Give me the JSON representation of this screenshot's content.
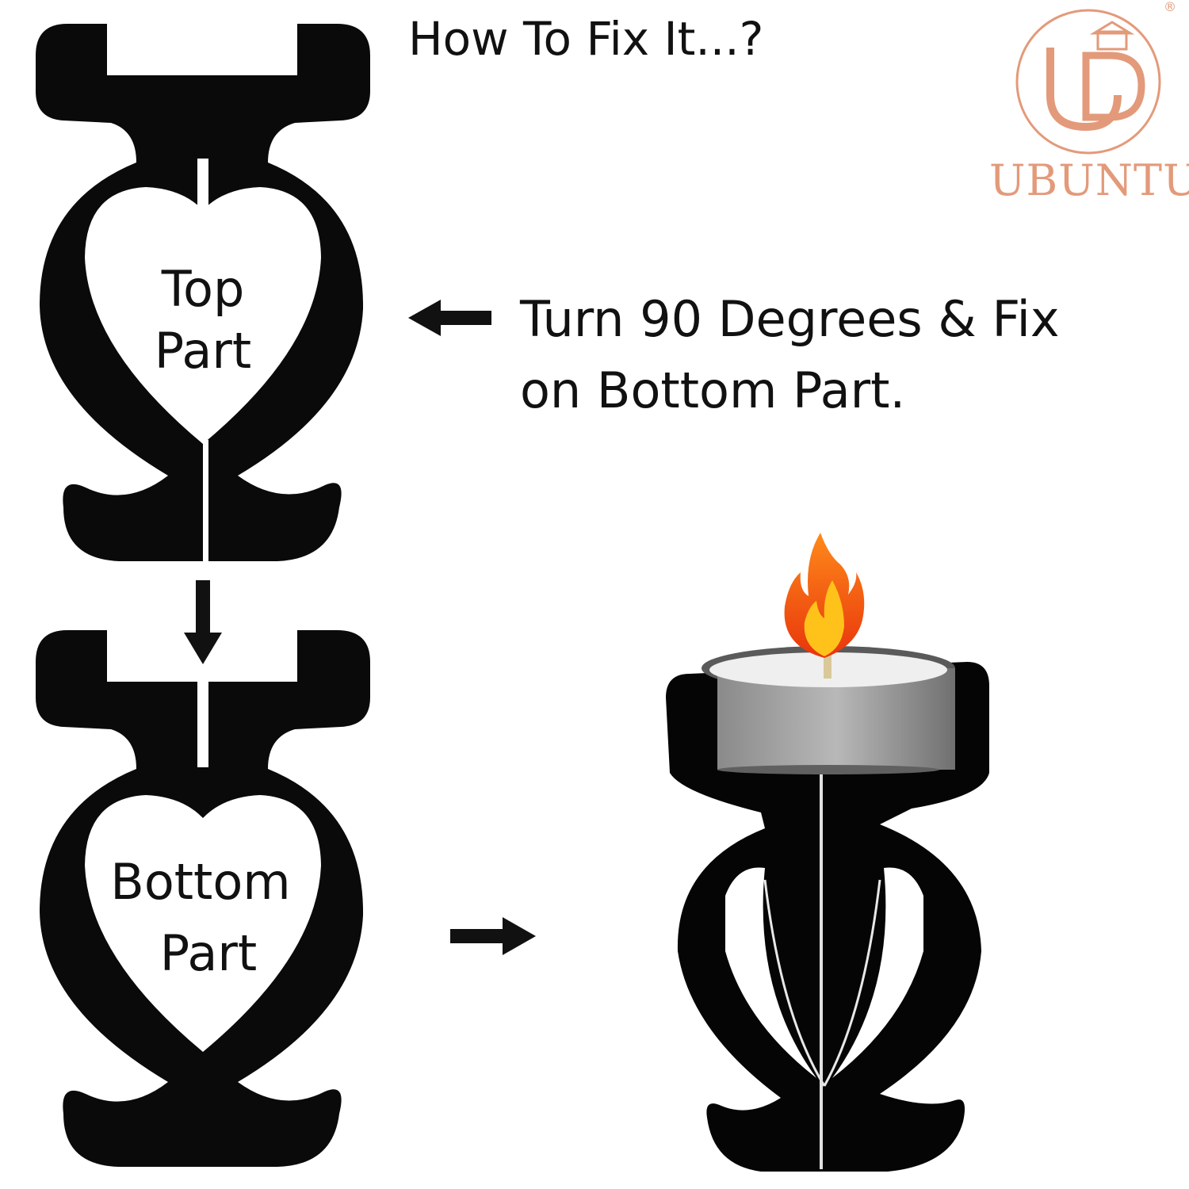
{
  "title": "How To Fix It...?",
  "instruction": {
    "line1": "Turn 90 Degrees & Fix",
    "line2": "on Bottom Part."
  },
  "pieces": {
    "top": {
      "line1": "Top",
      "line2": "Part"
    },
    "bottom": {
      "line1": "Bottom",
      "line2": "Part"
    }
  },
  "brand": {
    "name": "UBUNTU",
    "monogram": "UD",
    "registered": "®",
    "color": "#e39a7a"
  },
  "colors": {
    "piece": "#0a0a0a",
    "flame_outer": "#f45a14",
    "flame_inner": "#ffc21a",
    "cup": "#9b9b9b"
  },
  "icons": [
    "arrow-left-icon",
    "arrow-down-icon",
    "arrow-right-icon",
    "flame-icon",
    "tealight-icon"
  ]
}
